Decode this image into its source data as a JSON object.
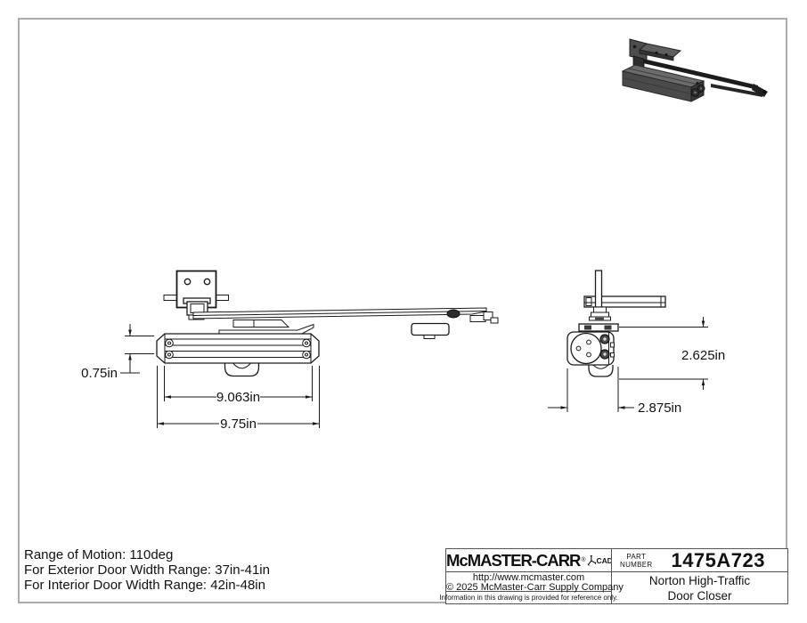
{
  "notes": [
    "Range of Motion: 110deg",
    "For Exterior Door Width Range: 37in-41in",
    "For Interior Door Width Range: 42in-48in"
  ],
  "dimensions": {
    "front_view": {
      "mount_hole_spacing": "0.75in",
      "body_length": "9.063in",
      "overall_length": "9.75in"
    },
    "side_view": {
      "height": "2.625in",
      "depth": "2.875in"
    }
  },
  "title_block": {
    "brand": "McMASTER-CARR",
    "registered_mark": "®",
    "cad_logo": "CAD",
    "website": "http://www.mcmaster.com",
    "copyright": "© 2025 McMaster-Carr Supply Company",
    "disclaimer": "Information in this drawing is provided for reference only.",
    "part_label": {
      "line1": "PART",
      "line2": "NUMBER"
    },
    "part_number": "1475A723",
    "product": {
      "line1": "Norton High-Traffic",
      "line2": "Door Closer"
    }
  },
  "colors": {
    "line": "#1a1a1a",
    "page_border": "#ababab",
    "iso_body": "#4a4a4a",
    "iso_top": "#6b6b6b",
    "iso_end": "#3b3b3b",
    "iso_arm": "#1c1c1c"
  }
}
